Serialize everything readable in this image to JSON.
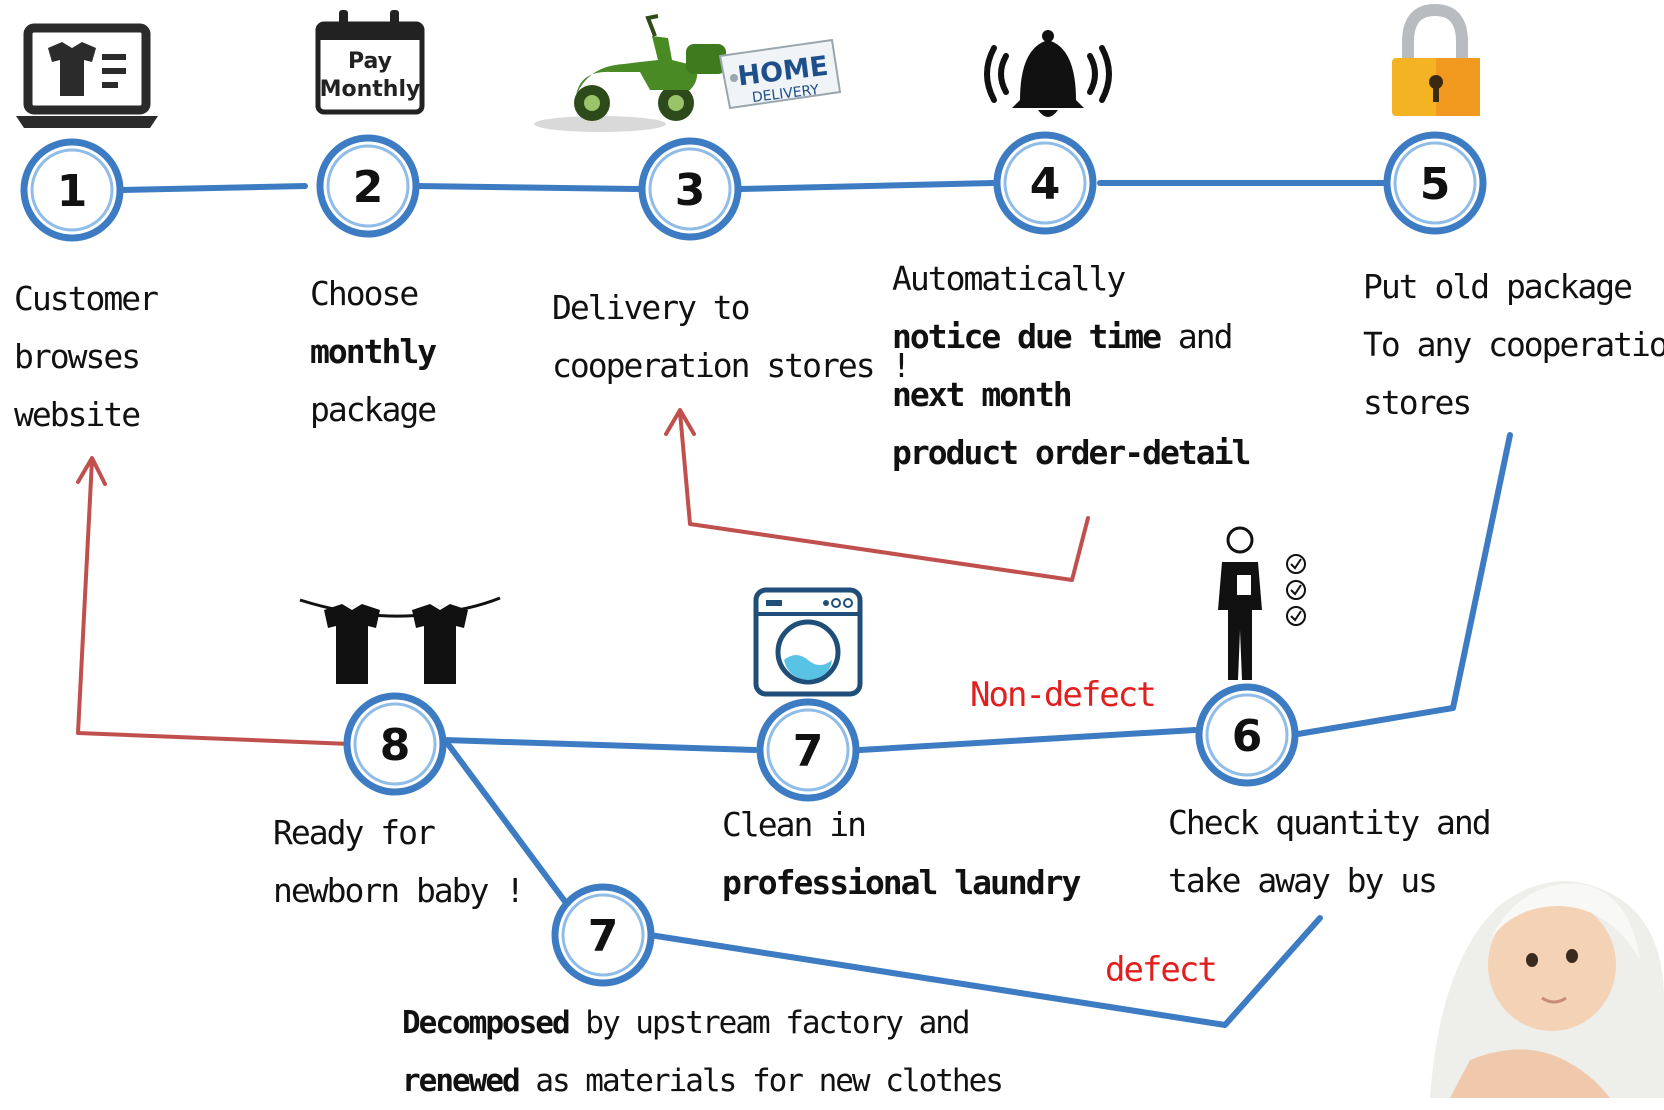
{
  "nodes": [
    {
      "number": "1"
    },
    {
      "number": "2"
    },
    {
      "number": "3"
    },
    {
      "number": "4"
    },
    {
      "number": "5"
    },
    {
      "number": "6"
    },
    {
      "number": "7"
    },
    {
      "number": "8"
    },
    {
      "number": "7"
    }
  ],
  "icons": {
    "pay_calendar": {
      "line1": "Pay",
      "line2": "Monthly"
    },
    "delivery_tag": {
      "line1": "HOME",
      "line2": "DELIVERY"
    }
  },
  "steps": {
    "s1": {
      "l1": "Customer",
      "l2": "browses",
      "l3": "website"
    },
    "s2": {
      "l1": "Choose",
      "l2": "monthly",
      "l3": "package"
    },
    "s3": {
      "l1": "Delivery to",
      "l2": "cooperation stores !"
    },
    "s4": {
      "l1": "Automatically",
      "l2_bold": "notice due time",
      "l2_rest": " and",
      "l3": "next month",
      "l4": "product order-detail"
    },
    "s5": {
      "l1": "Put old package",
      "l2": "To any cooperation",
      "l3": "stores"
    },
    "s6": {
      "l1": "Check quantity and",
      "l2": "take away by us"
    },
    "s7": {
      "l1": "Clean in",
      "l2": "professional laundry"
    },
    "s8": {
      "l1": "Ready for",
      "l2": "newborn baby !"
    },
    "s9": {
      "l1_bold": "Decomposed",
      "l1_rest": " by upstream factory and",
      "l2_bold": "renewed",
      "l2_rest": " as materials for new clothes"
    }
  },
  "edge_labels": {
    "non_defect": "Non-defect",
    "defect": "defect"
  },
  "colors": {
    "line_blue": "#3d7cc3",
    "arrow_red": "#c0504d",
    "label_red": "#e21f1f",
    "ring_light": "#8fbde8"
  }
}
